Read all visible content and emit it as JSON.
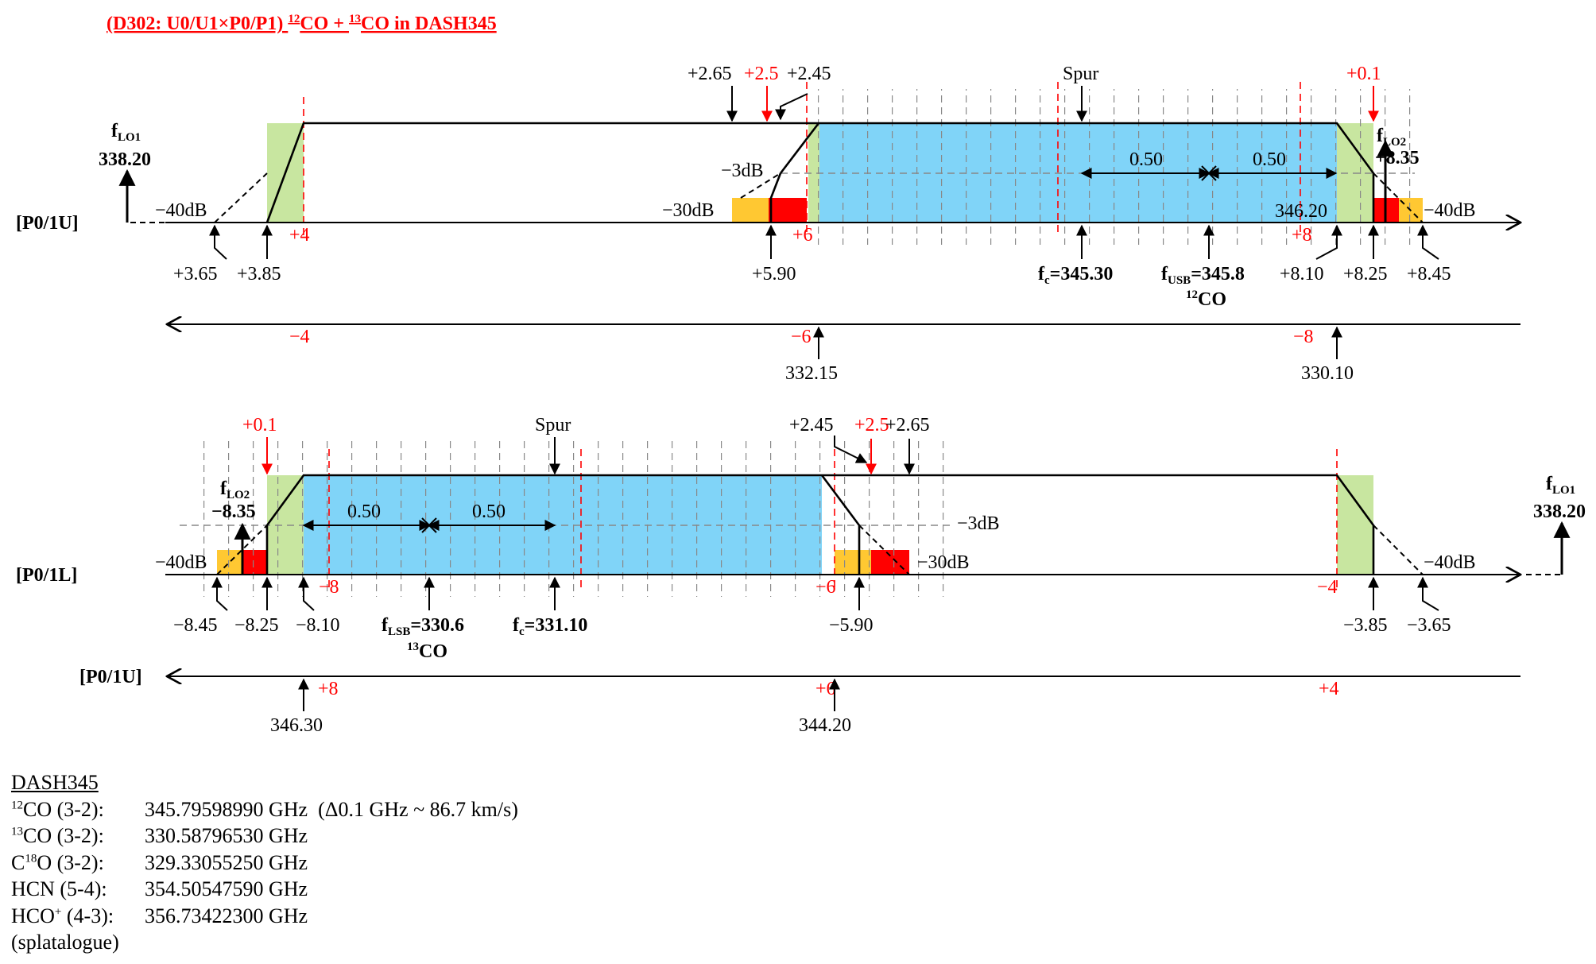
{
  "title": {
    "pre": "(D302: U0/U1×P0/P1) ",
    "iso12": "12",
    "mid": "CO + ",
    "iso13": "13",
    "post": "CO in DASH345"
  },
  "upper_panel": {
    "row_label": "[P0/1U]",
    "flo1": {
      "f": "f",
      "sub": "LO1",
      "value": "338.20"
    },
    "flo2": {
      "f": "f",
      "sub": "LO2",
      "value": "+8.35"
    },
    "spur_label": "Spur",
    "top_labels": {
      "a": "+2.65",
      "b": "+2.5",
      "c": "+2.45",
      "d": "+0.1"
    },
    "levels": {
      "minus3db": "−3dB",
      "minus30db": "−30dB",
      "minus40db_left": "−40dB",
      "minus40db_right": "−40dB"
    },
    "edge_value": "346.20",
    "spacing": {
      "left": "0.50",
      "right": "0.50"
    },
    "red_ticks": {
      "a": "+4",
      "b": "+6",
      "c": "+8"
    },
    "bottom_labels": {
      "a": "+3.65",
      "b": "+3.85",
      "c": "+5.90",
      "d": "+8.10",
      "e": "+8.25",
      "f": "+8.45"
    },
    "fc": {
      "f": "f",
      "sub": "c",
      "value": "=345.30"
    },
    "fusb": {
      "f": "f",
      "sub": "USB",
      "value": "=345.8",
      "iso": "12",
      "mol": "CO"
    }
  },
  "upper_rf_axis": {
    "red_ticks": {
      "a": "−4",
      "b": "−6",
      "c": "−8"
    },
    "values": {
      "a": "332.15",
      "b": "330.10"
    }
  },
  "lower_panel": {
    "row_label": "[P0/1L]",
    "flo1": {
      "f": "f",
      "sub": "LO1",
      "value": "338.20"
    },
    "flo2": {
      "f": "f",
      "sub": "LO2",
      "value": "−8.35"
    },
    "spur_label": "Spur",
    "top_labels": {
      "a": "+0.1",
      "b": "+2.45",
      "c": "+2.5",
      "d": "+2.65"
    },
    "levels": {
      "minus3db": "−3dB",
      "minus30db": "−30dB",
      "minus40db_left": "−40dB",
      "minus40db_right": "−40dB"
    },
    "spacing": {
      "left": "0.50",
      "right": "0.50"
    },
    "red_ticks": {
      "a": "−8",
      "b": "−6",
      "c": "−4"
    },
    "bottom_labels": {
      "a": "−8.45",
      "b": "−8.25",
      "c": "−8.10",
      "d": "−5.90",
      "e": "−3.85",
      "f": "−3.65"
    },
    "flsb": {
      "f": "f",
      "sub": "LSB",
      "value": "=330.6",
      "iso": "13",
      "mol": "CO"
    },
    "fc": {
      "f": "f",
      "sub": "c",
      "value": "=331.10"
    }
  },
  "lower_rf_axis": {
    "row_label": "[P0/1U]",
    "red_ticks": {
      "a": "+8",
      "b": "+6",
      "c": "+4"
    },
    "values": {
      "a": "346.30",
      "b": "344.20"
    }
  },
  "reference": {
    "heading": "DASH345",
    "lines": [
      {
        "iso": "12",
        "mol": "CO (3-2):",
        "freq": "345.79598990 GHz",
        "note": "(Δ0.1 GHz ~ 86.7 km/s)"
      },
      {
        "iso": "13",
        "mol": "CO (3-2):",
        "freq": "330.58796530 GHz",
        "note": ""
      },
      {
        "pre": "C",
        "iso": "18",
        "mol": "O (3-2):",
        "freq": "329.33055250 GHz",
        "note": ""
      },
      {
        "mol": "HCN (5-4):",
        "freq": "354.50547590 GHz",
        "note": ""
      },
      {
        "pre": "HCO",
        "sup": "+",
        "mol": " (4-3):",
        "freq": "356.73422300 GHz",
        "note": ""
      }
    ],
    "source": "(splatalogue)"
  },
  "colors": {
    "passband": "#80d4f8",
    "transition": "#c8e6a0",
    "red_block": "#ff0000",
    "yellow_block": "#ffc832",
    "annotation_red": "#ff0000",
    "grid": "#888888"
  }
}
